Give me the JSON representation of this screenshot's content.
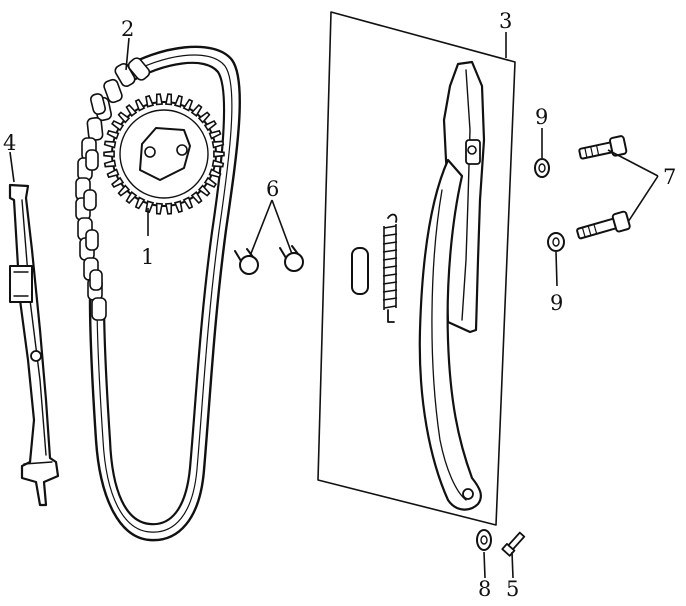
{
  "diagram": {
    "callouts": [
      {
        "id": "1",
        "label": "1",
        "part": "cam-sprocket"
      },
      {
        "id": "2",
        "label": "2",
        "part": "cam-chain"
      },
      {
        "id": "3",
        "label": "3",
        "part": "chain-tensioner-assembly"
      },
      {
        "id": "4",
        "label": "4",
        "part": "chain-guide"
      },
      {
        "id": "5",
        "label": "5",
        "part": "small-bolt"
      },
      {
        "id": "6",
        "label": "6",
        "part": "sprocket-bolts"
      },
      {
        "id": "7",
        "label": "7",
        "part": "tensioner-bolts"
      },
      {
        "id": "8",
        "label": "8",
        "part": "washer"
      },
      {
        "id": "9a",
        "label": "9",
        "part": "washer-upper"
      },
      {
        "id": "9b",
        "label": "9",
        "part": "washer-lower"
      }
    ]
  }
}
